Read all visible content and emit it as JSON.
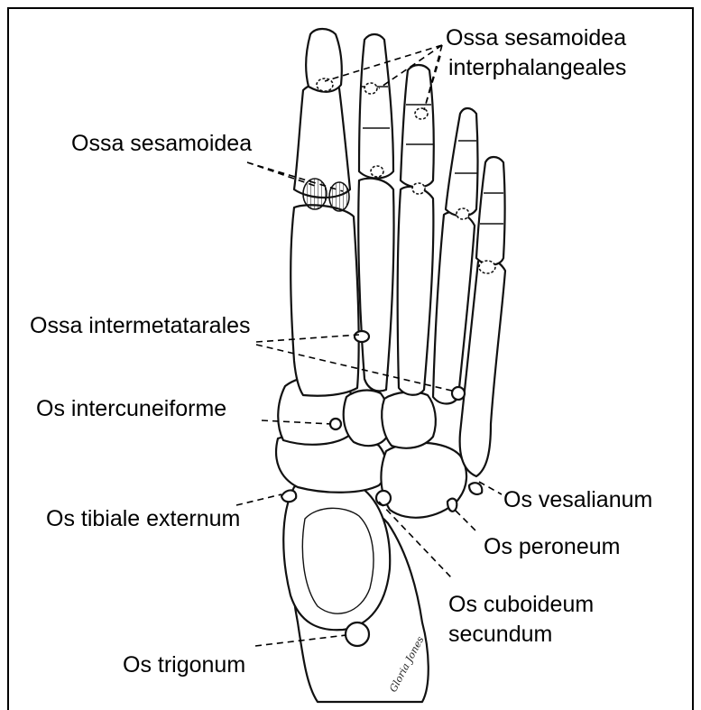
{
  "labels": {
    "ossa_sesamoidea_interphalangeales_line1": "Ossa sesamoidea",
    "ossa_sesamoidea_interphalangeales_line2": "interphalangeales",
    "ossa_sesamoidea": "Ossa sesamoidea",
    "ossa_intermetatarales": "Ossa intermetatarales",
    "os_intercuneiforme": "Os intercuneiforme",
    "os_tibiale_externum": "Os tibiale externum",
    "os_vesalianum": "Os vesalianum",
    "os_peroneum": "Os peroneum",
    "os_cuboideum_secundum_line1": "Os cuboideum",
    "os_cuboideum_secundum_line2": "secundum",
    "os_trigonum": "Os trigonum"
  },
  "signature": "Gloria Jones",
  "colors": {
    "line": "#000000",
    "background": "#ffffff"
  }
}
